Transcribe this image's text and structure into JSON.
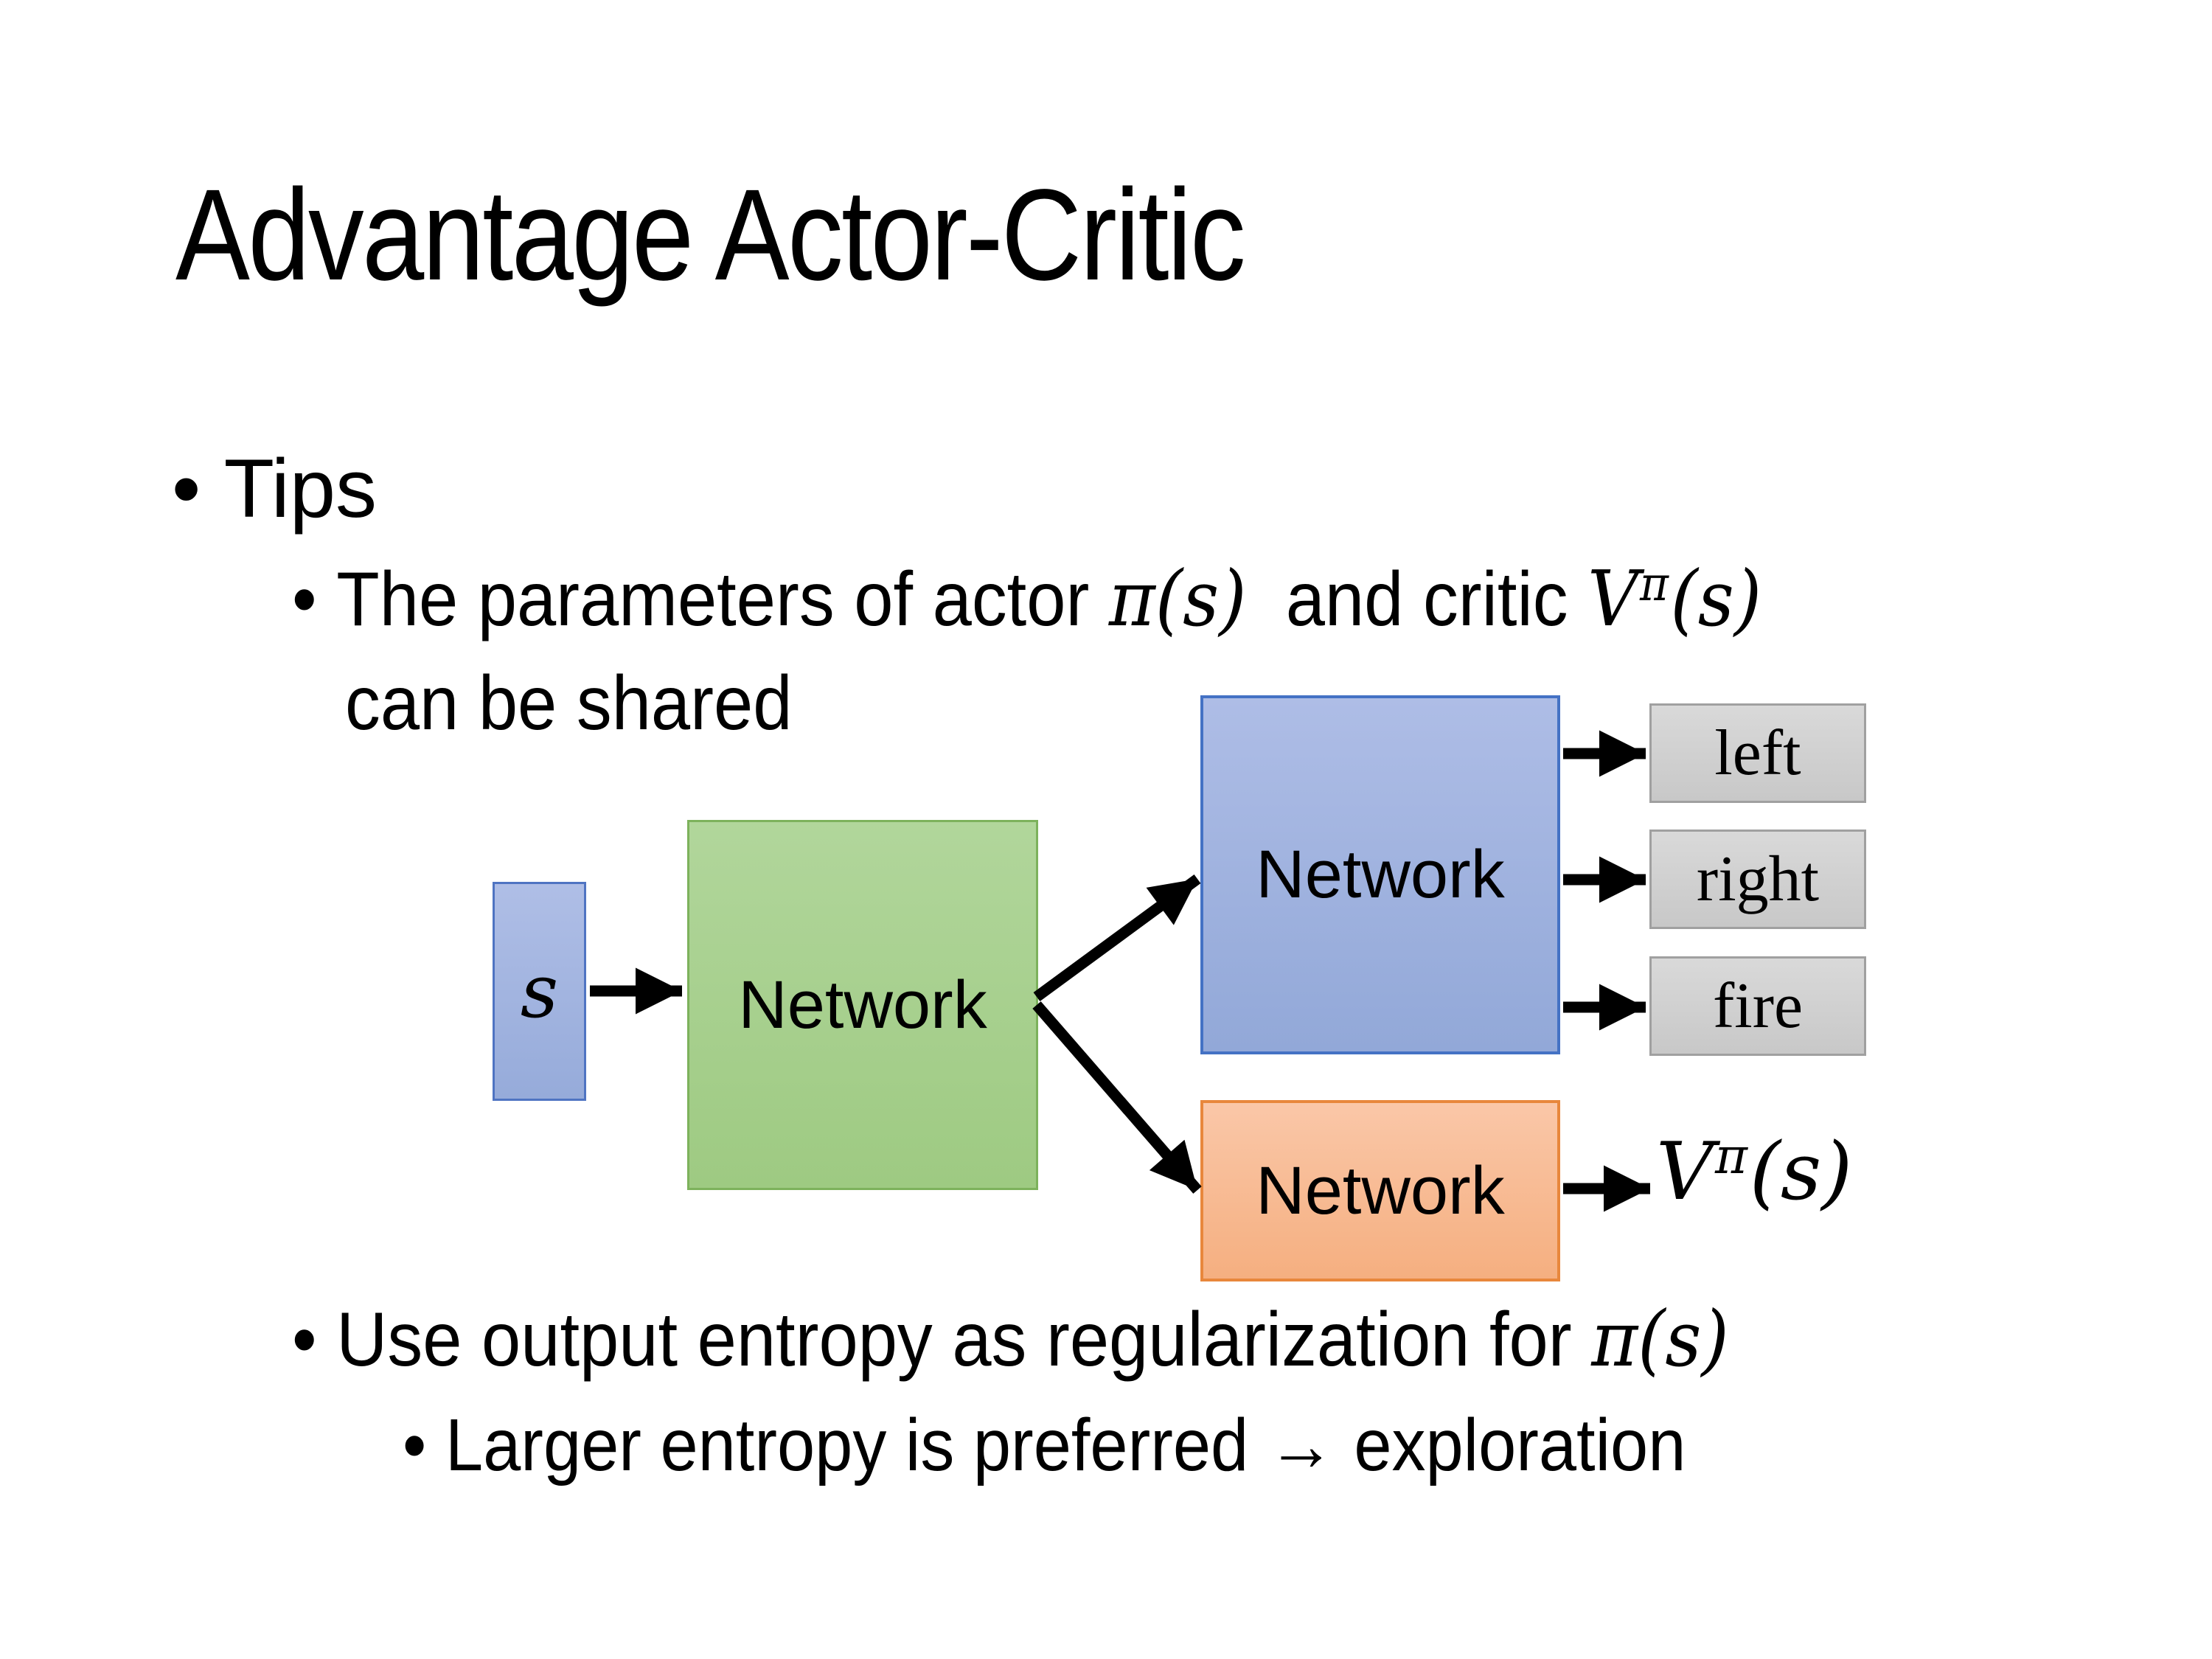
{
  "slide": {
    "title": "Advantage Actor-Critic",
    "bullet": "•",
    "tips": "Tips",
    "param": {
      "prefix": "The parameters of actor ",
      "actor_math": "π(s)",
      "mid": "  and critic ",
      "v_base": "V",
      "v_sup": "π",
      "v_args": "(s)",
      "wrap": "can be shared"
    },
    "entropy": {
      "prefix": "Use output entropy as regularization for ",
      "pi_math": "π(s)"
    },
    "exploration": "Larger entropy is preferred → exploration"
  },
  "diagram": {
    "state": "s",
    "shared_network": "Network",
    "actor_network": "Network",
    "critic_network": "Network",
    "actions": [
      "left",
      "right",
      "fire"
    ],
    "value": {
      "base": "V",
      "sup": "π",
      "args": "(s)"
    },
    "colors": {
      "state_fill": "#A3B4DF",
      "network_blue_fill": "#A0B2DE",
      "network_blue_border": "#4472C4",
      "network_green_fill": "#A9D18E",
      "network_green_border": "#70AD47",
      "network_orange_fill": "#F8BE9B",
      "network_orange_border": "#ED7D31",
      "action_gray_fill": "#D2D2D2",
      "action_gray_border": "#A6A6A6",
      "arrow": "#000000",
      "text": "#000000",
      "background": "#FFFFFF"
    }
  }
}
